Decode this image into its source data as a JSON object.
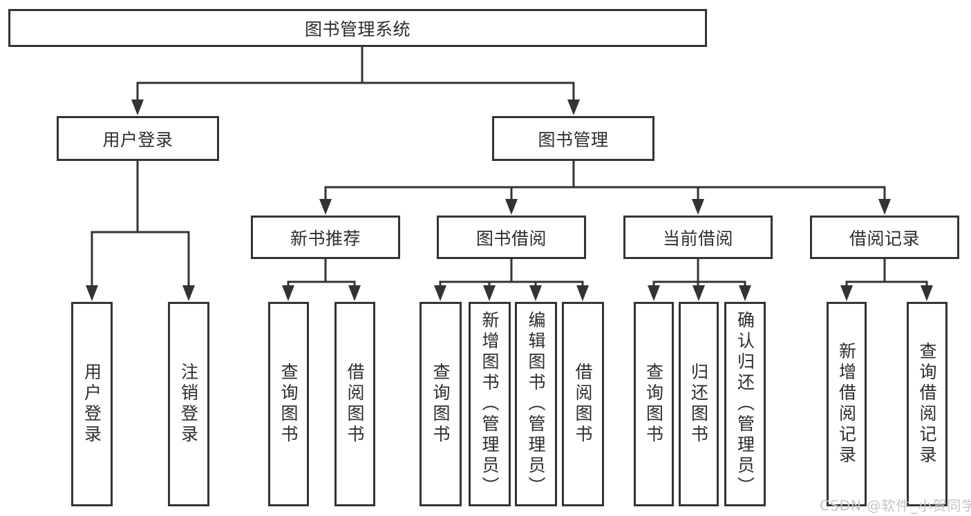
{
  "diagram": {
    "root": {
      "label": "图书管理系统"
    },
    "level2": [
      {
        "label": "用户登录"
      },
      {
        "label": "图书管理"
      }
    ],
    "level3": [
      {
        "label": "新书推荐",
        "parent": "图书管理"
      },
      {
        "label": "图书借阅",
        "parent": "图书管理"
      },
      {
        "label": "当前借阅",
        "parent": "图书管理"
      },
      {
        "label": "借阅记录",
        "parent": "图书管理"
      }
    ],
    "leaves": [
      {
        "label": "用户登录",
        "parent": "用户登录"
      },
      {
        "label": "注销登录",
        "parent": "用户登录"
      },
      {
        "label": "查询图书",
        "parent": "新书推荐"
      },
      {
        "label": "借阅图书",
        "parent": "新书推荐"
      },
      {
        "label": "查询图书",
        "parent": "图书借阅"
      },
      {
        "label": "新增图书（管理员）",
        "parent": "图书借阅"
      },
      {
        "label": "编辑图书（管理员）",
        "parent": "图书借阅"
      },
      {
        "label": "借阅图书",
        "parent": "图书借阅"
      },
      {
        "label": "查询图书",
        "parent": "当前借阅"
      },
      {
        "label": "归还图书",
        "parent": "当前借阅"
      },
      {
        "label": "确认归还（管理员）",
        "parent": "当前借阅"
      },
      {
        "label": "新增借阅记录",
        "parent": "借阅记录"
      },
      {
        "label": "查询借阅记录",
        "parent": "借阅记录"
      }
    ]
  },
  "watermark": {
    "text": "CSDN @软件_小贺同学"
  },
  "colors": {
    "line": "#333333",
    "text": "#2d2d2d",
    "watermark": "#c5c5c5",
    "background": "#ffffff"
  }
}
